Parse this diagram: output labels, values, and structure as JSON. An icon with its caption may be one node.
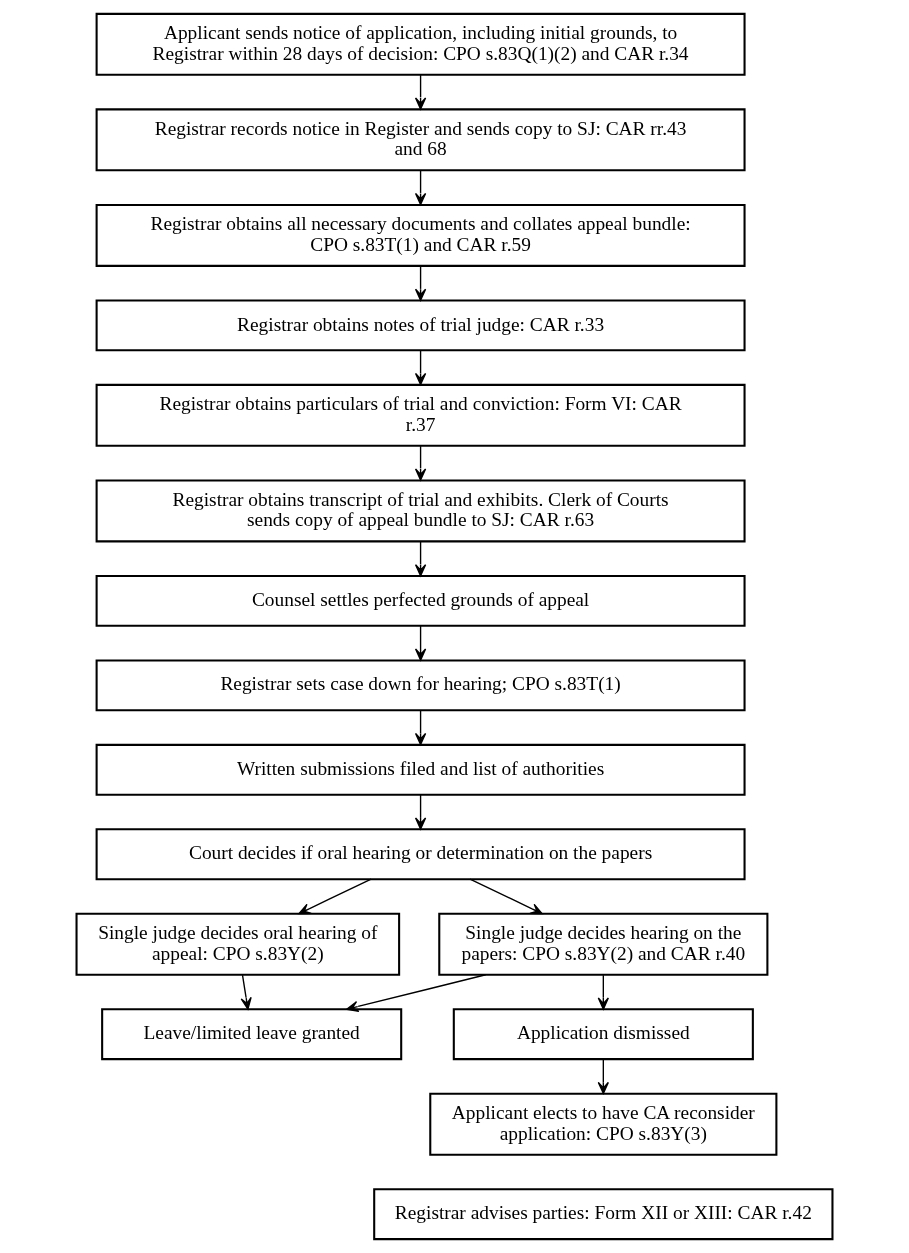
{
  "diagram": {
    "nodes": [
      {
        "text": [
          "Applicant sends notice of application, including initial grounds, to Registrar within 28 days of decision: CPO s.83Q(1)(2) and CAR r.34"
        ]
      },
      {
        "text": [
          "Registrar records notice in Register and sends copy to SJ: CAR rr.43 and 68"
        ]
      },
      {
        "text": [
          "Registrar obtains all necessary documents and collates appeal bundle: CPO s.83T(1) and CAR r.59"
        ]
      },
      {
        "text": [
          "Registrar obtains notes of trial judge: CAR r.33"
        ]
      },
      {
        "text": [
          "Registrar obtains particulars of trial and conviction: Form VI: CAR r.37"
        ]
      },
      {
        "text": [
          "Registrar obtains transcript of trial and exhibits. Clerk of Courts sends copy of appeal bundle to SJ: CAR r.63"
        ]
      },
      {
        "text": [
          "Counsel settles perfected grounds of appeal"
        ]
      },
      {
        "text": [
          "Registrar sets case down for hearing; CPO s.83T(1)"
        ]
      },
      {
        "text": [
          "Written submissions filed and list of authorities"
        ]
      },
      {
        "text": [
          "Court decides if oral hearing or determination on the papers"
        ]
      },
      {
        "text": [
          "Single judge decides hearing on the papers: CPO s.83Y(2) and CAR r.40"
        ]
      },
      {
        "text": [
          "Single judge decides oral hearing of appeal: CPO s.83Y(2)"
        ]
      },
      {
        "text": [
          "Leave/limited leave granted"
        ]
      },
      {
        "text": [
          "Application dismissed"
        ]
      },
      {
        "text": [
          "Applicant elects to have CA reconsider application: CPO s.83Y(3)"
        ]
      },
      {
        "text": [
          "Registrar advises parties: Form XII or XIII: CAR r.42"
        ]
      }
    ],
    "edges": [
      {
        "from": 0,
        "to": 1,
        "arrow": "to"
      },
      {
        "from": 1,
        "to": 2,
        "arrow": "to"
      },
      {
        "from": 2,
        "to": 3,
        "arrow": "to"
      },
      {
        "from": 3,
        "to": 4,
        "arrow": "to"
      },
      {
        "from": 4,
        "to": 5,
        "arrow": "to"
      },
      {
        "from": 5,
        "to": 6,
        "arrow": "to"
      },
      {
        "from": 6,
        "to": 7,
        "arrow": "to"
      },
      {
        "from": 7,
        "to": 8,
        "arrow": "to"
      },
      {
        "from": 8,
        "to": 9,
        "arrow": "to"
      },
      {
        "from": 9,
        "to": 10,
        "arrow": "to"
      },
      {
        "from": 9,
        "to": 11,
        "arrow": "to"
      },
      {
        "from": 10,
        "to": 12,
        "arrow": "to"
      },
      {
        "from": 10,
        "to": 13,
        "arrow": "to"
      },
      {
        "from": 11,
        "to": 12,
        "arrow": "to"
      },
      {
        "from": 13,
        "to": 14,
        "arrow": "to"
      }
    ]
  }
}
